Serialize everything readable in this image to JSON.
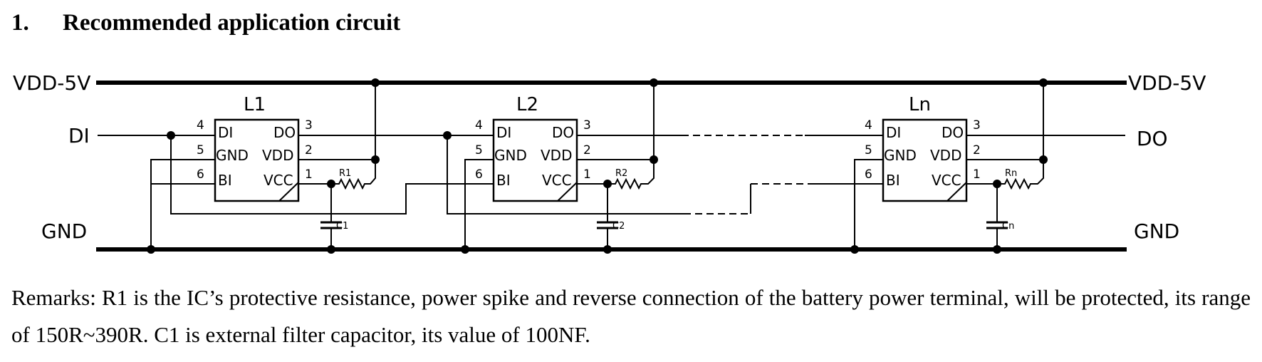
{
  "section": {
    "number": "1.",
    "title": "Recommended application circuit"
  },
  "rails": {
    "vdd_left": "VDD-5V",
    "vdd_right": "VDD-5V",
    "gnd_left": "GND",
    "gnd_right": "GND"
  },
  "signals": {
    "input": "DI",
    "output": "DO"
  },
  "chips": [
    {
      "name": "L1",
      "resistor": "R1",
      "capacitor": "C1"
    },
    {
      "name": "L2",
      "resistor": "R2",
      "capacitor": "C2"
    },
    {
      "name": "Ln",
      "resistor": "Rn",
      "capacitor": "Cn"
    }
  ],
  "pins": [
    {
      "label": "DI",
      "number": "4"
    },
    {
      "label": "GND",
      "number": "5"
    },
    {
      "label": "BI",
      "number": "6"
    },
    {
      "label": "DO",
      "number": "3"
    },
    {
      "label": "VDD",
      "number": "2"
    },
    {
      "label": "VCC",
      "number": "1"
    }
  ],
  "remarks": "Remarks: R1 is the IC’s protective resistance, power spike and reverse connection of the battery power terminal, will be protected, its range of 150R~390R. C1 is external filter capacitor, its value of 100NF.",
  "colors": {
    "ink": "#000000",
    "background": "#ffffff"
  }
}
